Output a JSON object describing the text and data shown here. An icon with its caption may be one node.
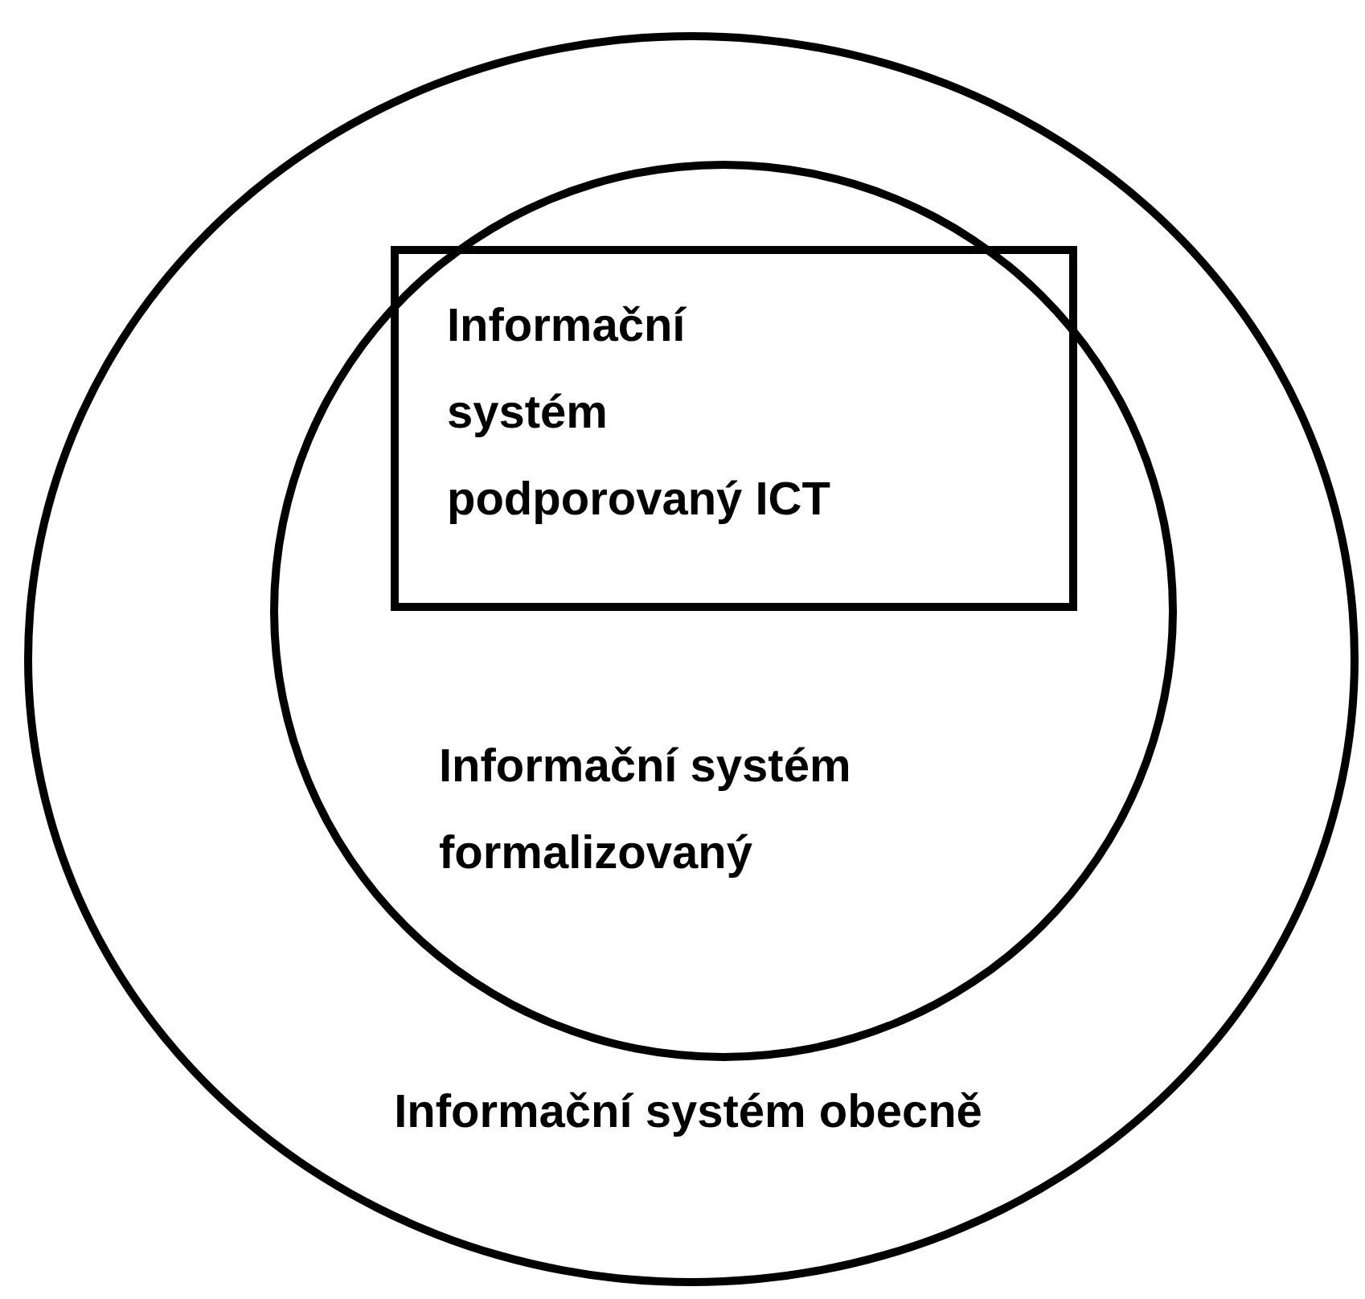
{
  "diagram": {
    "nodes": [
      {
        "text": [
          "Informační systém obecně"
        ]
      },
      {
        "text": [
          "Informační systém formalizovaný"
        ],
        "in": 0
      },
      {
        "text": [
          "Informační systém podporovaný ICT"
        ],
        "in": 1
      }
    ]
  }
}
